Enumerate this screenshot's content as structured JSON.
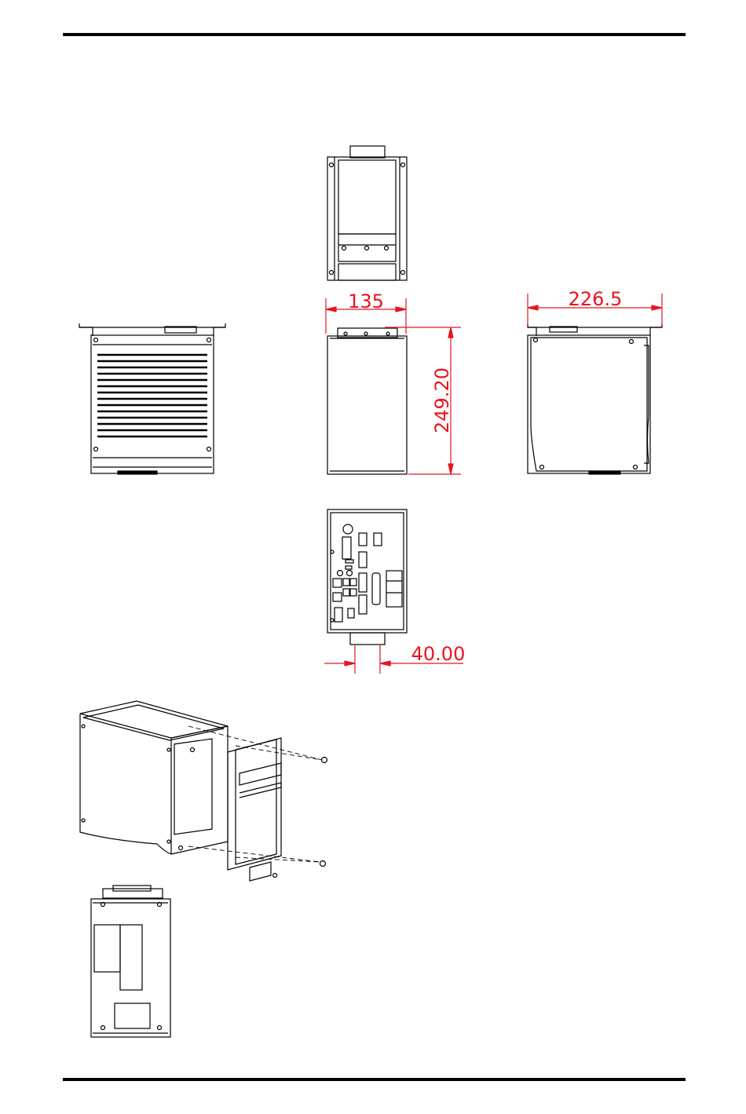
{
  "dimensions": {
    "width": "135",
    "depth": "226.5",
    "height": "249.20",
    "bracket_width": "40.00"
  },
  "colors": {
    "line": "#000000",
    "dimension": "#e8141e",
    "background": "#ffffff"
  }
}
